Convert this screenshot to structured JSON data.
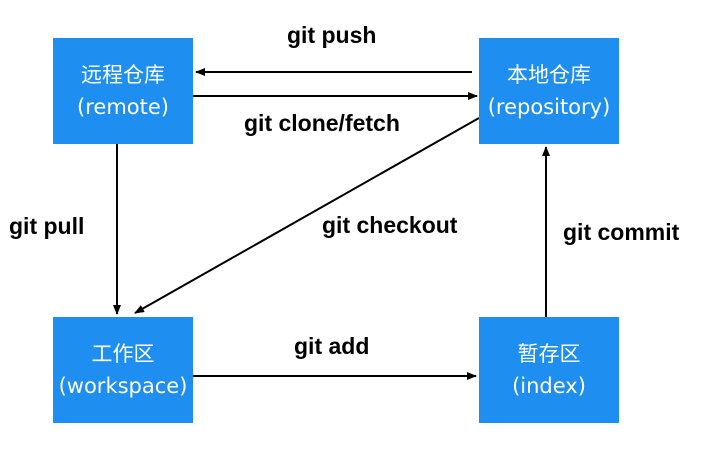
{
  "nodes": {
    "remote": {
      "title": "远程仓库",
      "subtitle": "(remote)"
    },
    "local": {
      "title": "本地仓库",
      "subtitle": "(repository)"
    },
    "workspace": {
      "title": "工作区",
      "subtitle": "(workspace)"
    },
    "index": {
      "title": "暂存区",
      "subtitle": "(index)"
    }
  },
  "edges": {
    "push": "git push",
    "clone_fetch": "git clone/fetch",
    "pull": "git pull",
    "checkout": "git checkout",
    "commit": "git commit",
    "add": "git add"
  },
  "colors": {
    "node_fill": "#1e8ef0",
    "node_text": "#ffffff",
    "arrow": "#000000"
  }
}
